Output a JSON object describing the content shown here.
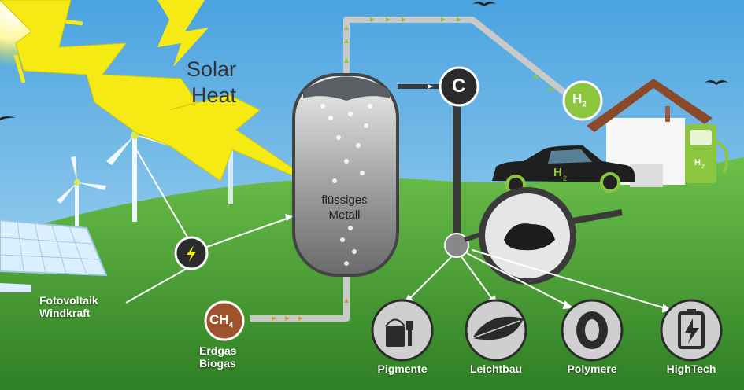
{
  "solar_heat": {
    "line1": "Solar",
    "line2": "Heat"
  },
  "reactor": {
    "line1": "flüssiges",
    "line2": "Metall"
  },
  "sources": {
    "electric": {
      "line1": "Fotovoltaik",
      "line2": "Windkraft"
    },
    "gas": {
      "formula_main": "CH",
      "formula_sub": "4",
      "line1": "Erdgas",
      "line2": "Biogas"
    }
  },
  "products": {
    "carbon": "C",
    "hydrogen_main": "H",
    "hydrogen_sub": "2"
  },
  "applications": [
    "Pigmente",
    "Leichtbau",
    "Polymere",
    "HighTech"
  ],
  "colors": {
    "sky": "#6fb8e6",
    "grass": "#3f9a2e",
    "sun": "#f6ea14",
    "h2_bubble": "#8cc63f",
    "ch4_bubble": "#a0522d",
    "node_dark": "#2b2b2b",
    "pipe": "#c9c9c9"
  }
}
